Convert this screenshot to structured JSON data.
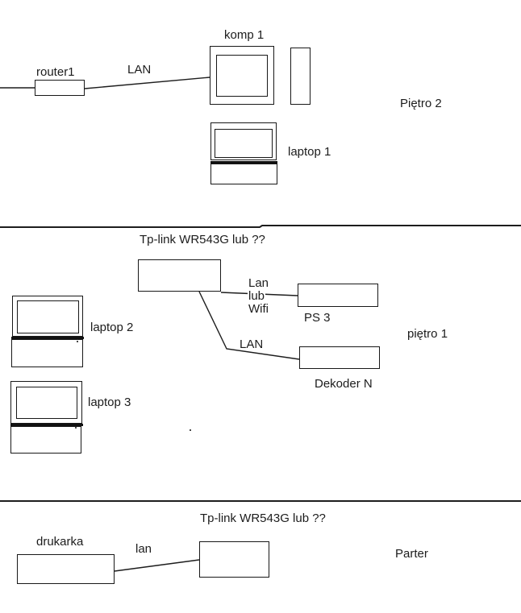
{
  "colors": {
    "ink": "#1d1d1d",
    "paper": "#ffffff"
  },
  "floor2": {
    "name": "Piętro 2",
    "router": "router1",
    "link": "LAN",
    "computer": "komp 1",
    "laptop": "laptop 1"
  },
  "floor1": {
    "name": "piętro 1",
    "router": "Tp-link WR543G lub ??",
    "wifi_link_line1": "Lan",
    "wifi_link_line2": "lub",
    "wifi_link_line3": "Wifi",
    "console": "PS 3",
    "lan_link": "LAN",
    "decoder": "Dekoder N",
    "laptop2": "laptop 2",
    "laptop3": "laptop 3"
  },
  "parter": {
    "name": "Parter",
    "router": "Tp-link WR543G lub ??",
    "printer": "drukarka",
    "link": "lan"
  }
}
